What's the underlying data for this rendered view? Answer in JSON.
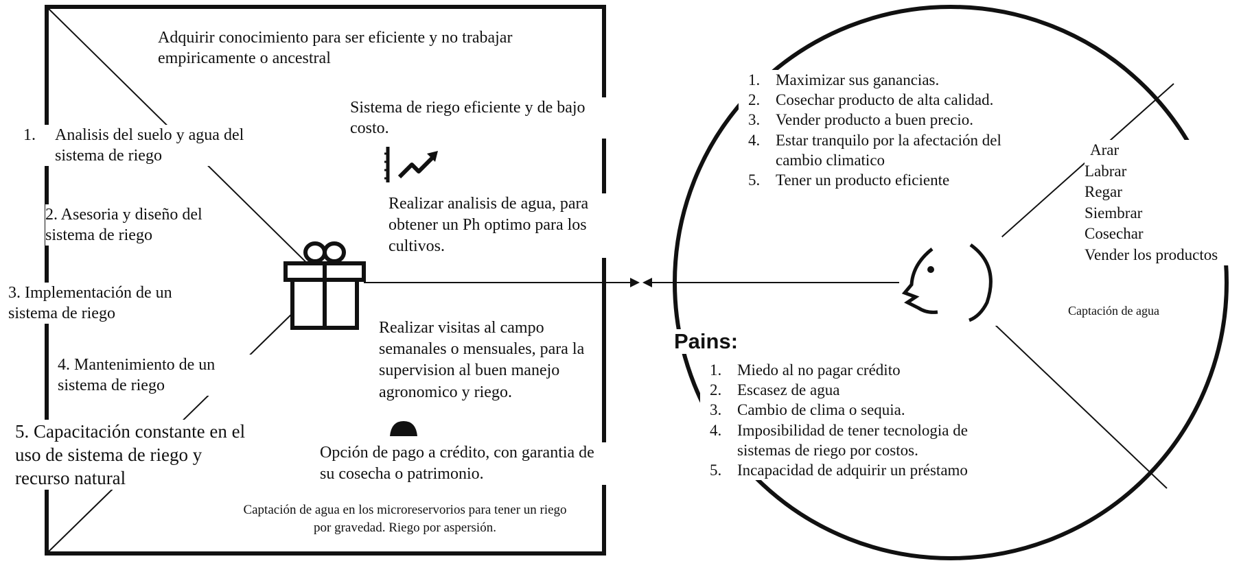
{
  "gain_creators": {
    "top": "Adquirir conocimiento para ser eficiente y no trabajar empiricamente o ancestral",
    "riego_eficiente": "Sistema de riego eficiente y de bajo costo.",
    "analisis_agua": "Realizar analisis de agua, para obtener un Ph optimo para los cultivos.",
    "visitas": "Realizar visitas al campo semanales o mensuales, para la supervision al buen manejo agronomico y riego.",
    "credito": "Opción de pago a crédito, con garantia de su cosecha o patrimonio.",
    "captacion": "Captación de agua en los microreservorios para tener un riego por gravedad. Riego por aspersión."
  },
  "products": {
    "item1": "1.",
    "item1_text": "Analisis del suelo y agua del sistema de riego",
    "item2": "2. Asesoria y diseño del sistema de riego",
    "item3": "3. Implementación de un sistema de riego",
    "item4": "4. Mantenimiento de un sistema de riego",
    "item5": "5. Capacitación constante en el uso de sistema de riego y recurso natural"
  },
  "gains": [
    {
      "n": "1.",
      "text": "Maximizar sus ganancias."
    },
    {
      "n": "2.",
      "text": "Cosechar producto de alta calidad."
    },
    {
      "n": "3.",
      "text": "Vender producto a buen precio."
    },
    {
      "n": "4.",
      "text": "Estar tranquilo por la afectación del cambio climatico"
    },
    {
      "n": "5.",
      "text": "Tener un producto eficiente"
    }
  ],
  "jobs": [
    "Arar",
    "Labrar",
    "Regar",
    "Siembrar",
    "Cosechar",
    "Vender los productos"
  ],
  "jobs_extra": "Captación de agua",
  "pains": {
    "heading": "Pains:",
    "items": [
      {
        "n": "1.",
        "text": "Miedo al no pagar crédito"
      },
      {
        "n": "2.",
        "text": "Escasez de agua"
      },
      {
        "n": "3.",
        "text": "Cambio de clima o sequia."
      },
      {
        "n": "4.",
        "text": "Imposibilidad de tener tecnologia de sistemas de riego por costos."
      },
      {
        "n": "5.",
        "text": "Incapacidad de adquirir un préstamo"
      }
    ]
  },
  "icons": {
    "gift": "gift-icon",
    "chart": "trend-chart-icon",
    "face": "customer-face-icon",
    "blob": "partial-icon"
  }
}
